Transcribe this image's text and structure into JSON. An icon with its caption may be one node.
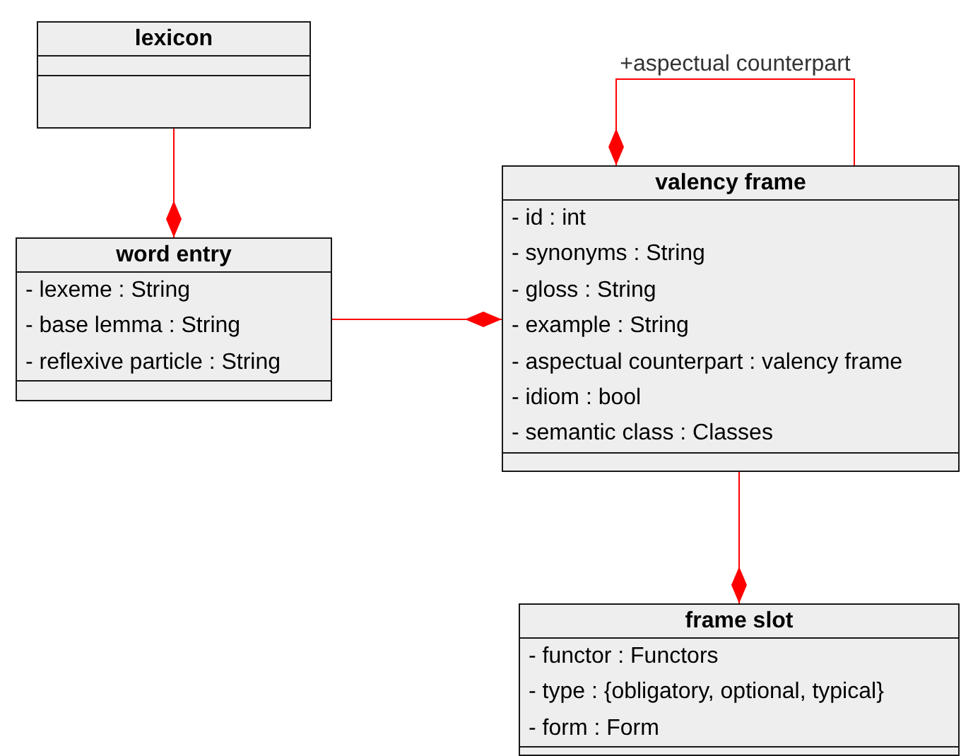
{
  "diagram": {
    "nodes": [
      {
        "text": [
          "lexicon"
        ]
      },
      {
        "text": [
          "word entry",
          "- lexeme : String",
          "- base lemma : String",
          "- reflexive particle : String"
        ]
      },
      {
        "text": [
          "valency frame",
          "- id : int",
          "- synonyms : String",
          "- gloss : String",
          "- example : String",
          "- aspectual counterpart : valency frame",
          "- idiom : bool",
          "- semantic class : Classes"
        ]
      },
      {
        "text": [
          "frame slot",
          "- functor : Functors",
          "- type : {obligatory, optional, typical}",
          "- form : Form"
        ]
      }
    ],
    "edges": [
      {
        "from": 0,
        "to": 1,
        "arrow": "other"
      },
      {
        "from": 1,
        "to": 2,
        "arrow": "other"
      },
      {
        "from": 2,
        "to": 2,
        "arrow": "other",
        "label": "+aspectual counterpart"
      },
      {
        "from": 2,
        "to": 3,
        "arrow": "other"
      }
    ]
  }
}
